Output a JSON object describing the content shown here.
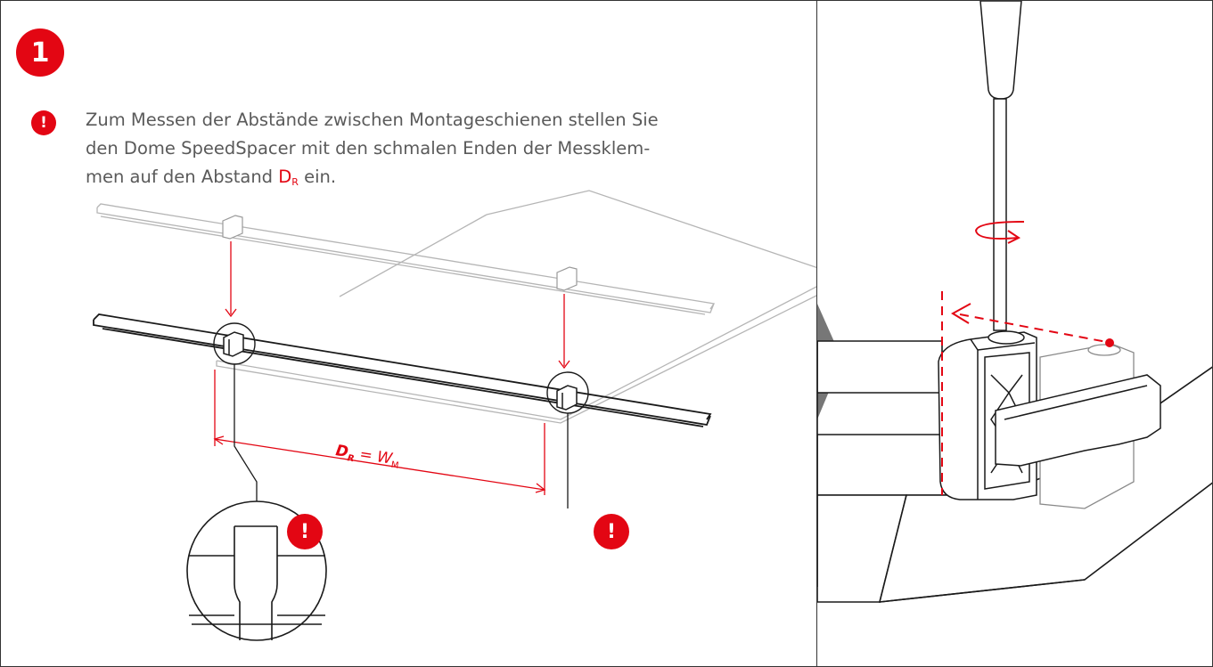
{
  "step": {
    "number": "1"
  },
  "warning_symbol": "!",
  "instruction": {
    "line1": "Zum Messen der Abstände zwischen Montageschienen stellen Sie",
    "line2": "den Dome SpeedSpacer mit den schmalen Enden der Messklem-",
    "line3_prefix": "men auf den Abstand ",
    "line3_symbol": "D",
    "line3_subscript": "R",
    "line3_suffix": " ein."
  },
  "dimension": {
    "lhs": "D",
    "lhs_sub": "R",
    "equals": " = ",
    "rhs": "W",
    "rhs_sub": "M"
  },
  "colors": {
    "accent": "#e30613",
    "line": "#1a1a1a",
    "faint": "#b5b5b5",
    "text": "#5a5a5a",
    "arrow_panel": "#777777"
  },
  "icons": [
    "warning-icon",
    "rotation-arrow-icon",
    "next-step-arrow-icon"
  ]
}
